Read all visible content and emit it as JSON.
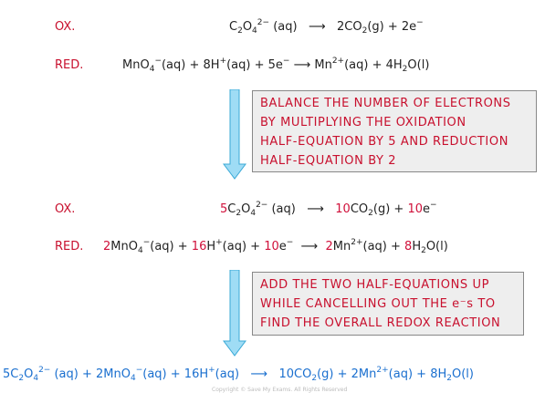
{
  "step1": {
    "ox_label": "OX.",
    "red_label": "RED.",
    "ox_reactant": [
      "C",
      "2",
      "O",
      "4",
      "2−",
      " (aq)"
    ],
    "ox_products": {
      "p1": "2CO",
      "p1_sub": "2",
      "p1_state": "(g)",
      "plus": " + ",
      "e": "2e",
      "e_sup": "−"
    },
    "red_reactants": {
      "a": "MnO",
      "a_sub": "4",
      "a_sup": "−",
      "a_state": "(aq)",
      "plus1": " + ",
      "b": "8H",
      "b_sup": "+",
      "b_state": "(aq)",
      "plus2": " + ",
      "c": "5e",
      "c_sup": "−"
    },
    "red_products": {
      "a": "Mn",
      "a_sup": "2+",
      "a_state": "(aq)",
      "plus": " + ",
      "b": "4H",
      "b_sub": "2",
      "b_state": "O(l)"
    }
  },
  "box1": [
    "BALANCE THE NUMBER OF ELECTRONS",
    "BY MULTIPLYING THE OXIDATION",
    "HALF-EQUATION BY 5 AND  REDUCTION",
    "HALF-EQUATION BY 2"
  ],
  "step2": {
    "ox_label": "OX.",
    "red_label": "RED.",
    "ox_coef": "5",
    "ox_prod_coef": "10",
    "ox_e_coef": "10",
    "red_coef_a": "2",
    "red_coef_b": "16",
    "red_coef_c": "10",
    "red_prod_coef_a": "2",
    "red_prod_coef_b": "8"
  },
  "box2": [
    "ADD THE TWO HALF-EQUATIONS UP",
    "WHILE CANCELLING OUT THE  e⁻s TO",
    "FIND THE OVERALL REDOX REACTION"
  ],
  "overall": {
    "r1_coef": "5",
    "r2_coef": "2",
    "r3_coef": "16",
    "p1_coef": "10",
    "p2_coef": "2",
    "p3_coef": "8"
  },
  "colors": {
    "label": "#c8102e",
    "coef": "#d0103a",
    "overall": "#1a6fcf",
    "arrow": "#7fd0f0"
  },
  "footer": "Copyright © Save My Exams. All Rights Reserved"
}
